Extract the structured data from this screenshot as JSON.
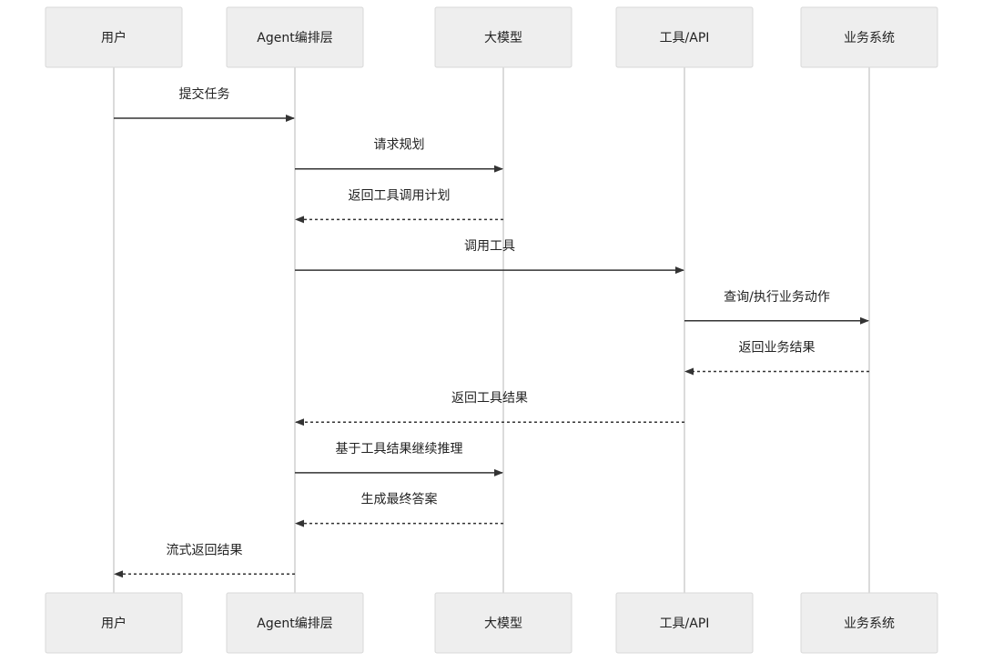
{
  "actors": [
    {
      "id": "user",
      "label": "用户"
    },
    {
      "id": "agent",
      "label": "Agent编排层"
    },
    {
      "id": "llm",
      "label": "大模型"
    },
    {
      "id": "tools",
      "label": "工具/API"
    },
    {
      "id": "biz",
      "label": "业务系统"
    }
  ],
  "messages": [
    {
      "from": "user",
      "to": "agent",
      "label": "提交任务",
      "style": "solid"
    },
    {
      "from": "agent",
      "to": "llm",
      "label": "请求规划",
      "style": "solid"
    },
    {
      "from": "llm",
      "to": "agent",
      "label": "返回工具调用计划",
      "style": "dashed"
    },
    {
      "from": "agent",
      "to": "tools",
      "label": "调用工具",
      "style": "solid"
    },
    {
      "from": "tools",
      "to": "biz",
      "label": "查询/执行业务动作",
      "style": "solid"
    },
    {
      "from": "biz",
      "to": "tools",
      "label": "返回业务结果",
      "style": "dashed"
    },
    {
      "from": "tools",
      "to": "agent",
      "label": "返回工具结果",
      "style": "dashed"
    },
    {
      "from": "agent",
      "to": "llm",
      "label": "基于工具结果继续推理",
      "style": "solid"
    },
    {
      "from": "llm",
      "to": "agent",
      "label": "生成最终答案",
      "style": "dashed"
    },
    {
      "from": "agent",
      "to": "user",
      "label": "流式返回结果",
      "style": "dashed"
    }
  ],
  "colors": {
    "actor_fill": "#eeeeee",
    "actor_border": "#d8d8d8",
    "lifeline": "#cfcfcf",
    "arrow": "#333333",
    "text": "#222222"
  }
}
